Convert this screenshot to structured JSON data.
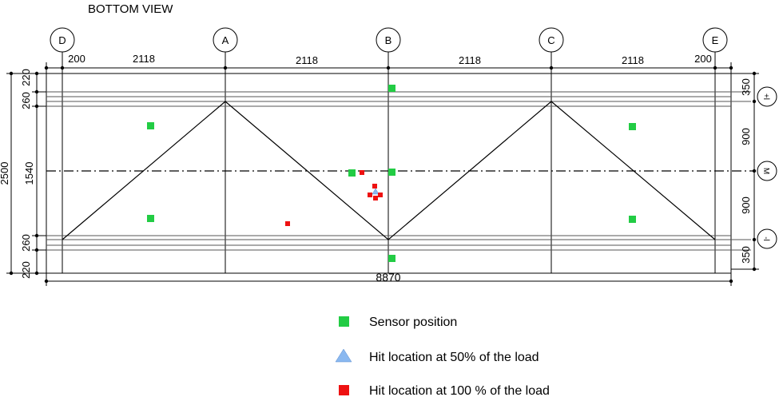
{
  "title": "BOTTOM VIEW",
  "grid_labels": [
    "D",
    "A",
    "B",
    "C",
    "E"
  ],
  "top_dimensions": [
    "200",
    "2118",
    "2118",
    "2118",
    "2118",
    "200"
  ],
  "total_dimension": "8870",
  "left_dimensions": {
    "overall": "2500",
    "segments": [
      "220",
      "260",
      "1540",
      "260",
      "220"
    ]
  },
  "right_dimensions": [
    "350",
    "900",
    "900",
    "350"
  ],
  "right_axis_labels": [
    "+l",
    "M",
    "-l"
  ],
  "legend": {
    "sensor": "Sensor position",
    "hit50": "Hit location at 50% of the load",
    "hit100": "Hit location at 100 % of the load"
  },
  "colors": {
    "sensor": "#22cc44",
    "hit50": "#8ab8f0",
    "hit100": "#ee1111",
    "line": "#000000",
    "grey_line": "#555555"
  }
}
